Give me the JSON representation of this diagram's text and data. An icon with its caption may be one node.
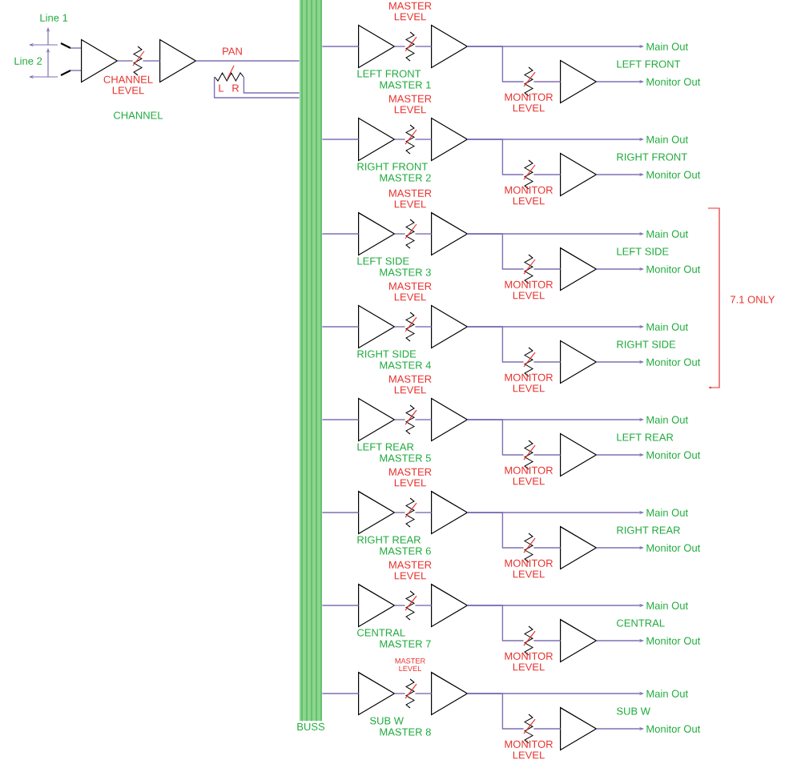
{
  "diagram": {
    "nodes": [
      {
        "text": [],
        "shape": "triangle"
      },
      {
        "text": [],
        "shape": "resistor"
      },
      {
        "text": [],
        "shape": "triangle"
      },
      {
        "text": [],
        "shape": "resistor"
      },
      {
        "text": [
          "BUSS"
        ]
      },
      {
        "text": [],
        "shape": "triangle"
      },
      {
        "text": [],
        "shape": "resistor"
      },
      {
        "text": [],
        "shape": "triangle"
      },
      {
        "text": [
          "Main Out"
        ]
      },
      {
        "text": [],
        "shape": "resistor"
      },
      {
        "text": [],
        "shape": "triangle"
      },
      {
        "text": [
          "Monitor Out"
        ]
      },
      {
        "text": [],
        "shape": "triangle"
      },
      {
        "text": [],
        "shape": "resistor"
      },
      {
        "text": [],
        "shape": "triangle"
      },
      {
        "text": [
          "Main Out"
        ]
      },
      {
        "text": [],
        "shape": "resistor"
      },
      {
        "text": [],
        "shape": "triangle"
      },
      {
        "text": [
          "Monitor Out"
        ]
      },
      {
        "text": [],
        "shape": "triangle"
      },
      {
        "text": [],
        "shape": "resistor"
      },
      {
        "text": [],
        "shape": "triangle"
      },
      {
        "text": [
          "Main Out"
        ]
      },
      {
        "text": [],
        "shape": "resistor"
      },
      {
        "text": [],
        "shape": "triangle"
      },
      {
        "text": [
          "Monitor Out"
        ]
      },
      {
        "text": [],
        "shape": "triangle"
      },
      {
        "text": [],
        "shape": "resistor"
      },
      {
        "text": [],
        "shape": "triangle"
      },
      {
        "text": [
          "Main Out"
        ]
      },
      {
        "text": [],
        "shape": "resistor"
      },
      {
        "text": [],
        "shape": "triangle"
      },
      {
        "text": [
          "Monitor Out"
        ]
      },
      {
        "text": [],
        "shape": "triangle"
      },
      {
        "text": [],
        "shape": "resistor"
      },
      {
        "text": [],
        "shape": "triangle"
      },
      {
        "text": [
          "Main Out"
        ]
      },
      {
        "text": [],
        "shape": "resistor"
      },
      {
        "text": [],
        "shape": "triangle"
      },
      {
        "text": [
          "Monitor Out"
        ]
      },
      {
        "text": [],
        "shape": "triangle"
      },
      {
        "text": [],
        "shape": "resistor"
      },
      {
        "text": [],
        "shape": "triangle"
      },
      {
        "text": [
          "Main Out"
        ]
      },
      {
        "text": [],
        "shape": "resistor"
      },
      {
        "text": [],
        "shape": "triangle"
      },
      {
        "text": [
          "Monitor Out"
        ]
      },
      {
        "text": [],
        "shape": "triangle"
      },
      {
        "text": [],
        "shape": "resistor"
      },
      {
        "text": [],
        "shape": "triangle"
      },
      {
        "text": [
          "Main Out"
        ]
      },
      {
        "text": [],
        "shape": "resistor"
      },
      {
        "text": [],
        "shape": "triangle"
      },
      {
        "text": [
          "Monitor Out"
        ]
      },
      {
        "text": [],
        "shape": "triangle"
      },
      {
        "text": [],
        "shape": "resistor"
      },
      {
        "text": [],
        "shape": "triangle"
      },
      {
        "text": [
          "Main Out"
        ]
      },
      {
        "text": [],
        "shape": "resistor"
      },
      {
        "text": [],
        "shape": "triangle"
      },
      {
        "text": [
          "Monitor Out"
        ]
      }
    ],
    "edges": [
      {
        "from": 0,
        "to": 1,
        "arrow": "none"
      },
      {
        "from": 1,
        "to": 2,
        "arrow": "none"
      },
      {
        "from": 2,
        "to": 4,
        "arrow": "none"
      },
      {
        "from": 3,
        "to": 4,
        "arrow": "none"
      },
      {
        "from": 3,
        "to": 4,
        "arrow": "none"
      },
      {
        "from": 4,
        "to": 5,
        "arrow": "none"
      },
      {
        "from": 5,
        "to": 6,
        "arrow": "none"
      },
      {
        "from": 6,
        "to": 7,
        "arrow": "none"
      },
      {
        "from": 7,
        "to": 8,
        "arrow": "to"
      },
      {
        "from": 7,
        "to": 9,
        "arrow": "none"
      },
      {
        "from": 9,
        "to": 10,
        "arrow": "none"
      },
      {
        "from": 10,
        "to": 11,
        "arrow": "to"
      },
      {
        "from": 4,
        "to": 12,
        "arrow": "none"
      },
      {
        "from": 12,
        "to": 13,
        "arrow": "none"
      },
      {
        "from": 13,
        "to": 14,
        "arrow": "none"
      },
      {
        "from": 14,
        "to": 15,
        "arrow": "to"
      },
      {
        "from": 14,
        "to": 16,
        "arrow": "none"
      },
      {
        "from": 16,
        "to": 17,
        "arrow": "none"
      },
      {
        "from": 17,
        "to": 18,
        "arrow": "to"
      },
      {
        "from": 4,
        "to": 19,
        "arrow": "none"
      },
      {
        "from": 19,
        "to": 20,
        "arrow": "none"
      },
      {
        "from": 20,
        "to": 21,
        "arrow": "none"
      },
      {
        "from": 21,
        "to": 22,
        "arrow": "to"
      },
      {
        "from": 21,
        "to": 23,
        "arrow": "none"
      },
      {
        "from": 23,
        "to": 24,
        "arrow": "none"
      },
      {
        "from": 24,
        "to": 25,
        "arrow": "to"
      },
      {
        "from": 4,
        "to": 26,
        "arrow": "none"
      },
      {
        "from": 26,
        "to": 27,
        "arrow": "none"
      },
      {
        "from": 27,
        "to": 28,
        "arrow": "none"
      },
      {
        "from": 28,
        "to": 29,
        "arrow": "to"
      },
      {
        "from": 28,
        "to": 30,
        "arrow": "none"
      },
      {
        "from": 30,
        "to": 31,
        "arrow": "none"
      },
      {
        "from": 31,
        "to": 32,
        "arrow": "to"
      },
      {
        "from": 4,
        "to": 33,
        "arrow": "none"
      },
      {
        "from": 33,
        "to": 34,
        "arrow": "none"
      },
      {
        "from": 34,
        "to": 35,
        "arrow": "none"
      },
      {
        "from": 35,
        "to": 36,
        "arrow": "to"
      },
      {
        "from": 35,
        "to": 37,
        "arrow": "none"
      },
      {
        "from": 37,
        "to": 38,
        "arrow": "none"
      },
      {
        "from": 38,
        "to": 39,
        "arrow": "to"
      },
      {
        "from": 4,
        "to": 40,
        "arrow": "none"
      },
      {
        "from": 40,
        "to": 41,
        "arrow": "none"
      },
      {
        "from": 41,
        "to": 42,
        "arrow": "none"
      },
      {
        "from": 42,
        "to": 43,
        "arrow": "to"
      },
      {
        "from": 42,
        "to": 44,
        "arrow": "none"
      },
      {
        "from": 44,
        "to": 45,
        "arrow": "none"
      },
      {
        "from": 45,
        "to": 46,
        "arrow": "to"
      },
      {
        "from": 4,
        "to": 47,
        "arrow": "none"
      },
      {
        "from": 47,
        "to": 48,
        "arrow": "none"
      },
      {
        "from": 48,
        "to": 49,
        "arrow": "none"
      },
      {
        "from": 49,
        "to": 50,
        "arrow": "to"
      },
      {
        "from": 49,
        "to": 51,
        "arrow": "none"
      },
      {
        "from": 51,
        "to": 52,
        "arrow": "none"
      },
      {
        "from": 52,
        "to": 53,
        "arrow": "to"
      },
      {
        "from": 4,
        "to": 54,
        "arrow": "none"
      },
      {
        "from": 54,
        "to": 55,
        "arrow": "none"
      },
      {
        "from": 55,
        "to": 56,
        "arrow": "none"
      },
      {
        "from": 56,
        "to": 57,
        "arrow": "to"
      },
      {
        "from": 56,
        "to": 58,
        "arrow": "none"
      },
      {
        "from": 58,
        "to": 59,
        "arrow": "none"
      },
      {
        "from": 59,
        "to": 60,
        "arrow": "to"
      }
    ],
    "labels": [
      "Line 1",
      "Line 2",
      "PAN",
      "CHANNEL LEVEL",
      "L",
      "R",
      "CHANNEL",
      "MASTER LEVEL",
      "LEFT FRONT",
      "LEFT FRONT",
      "MASTER 1",
      "MONITOR LEVEL",
      "MASTER LEVEL",
      "RIGHT FRONT",
      "RIGHT FRONT",
      "MASTER 2",
      "MONITOR LEVEL",
      "MASTER LEVEL",
      "LEFT SIDE",
      "LEFT SIDE",
      "MASTER 3",
      "MONITOR LEVEL",
      "MASTER LEVEL",
      "RIGHT SIDE",
      "RIGHT SIDE",
      "MASTER 4",
      "MONITOR LEVEL",
      "MASTER LEVEL",
      "LEFT REAR",
      "LEFT REAR",
      "MASTER 5",
      "MONITOR LEVEL",
      "MASTER LEVEL",
      "RIGHT REAR",
      "RIGHT REAR",
      "MASTER 6",
      "MONITOR LEVEL",
      "MASTER LEVEL",
      "CENTRAL",
      "CENTRAL",
      "MASTER 7",
      "MONITOR LEVEL",
      "MASTER LEVEL",
      "SUB W",
      "SUB W",
      "MASTER 8",
      "MONITOR LEVEL",
      "7.1 ONLY"
    ]
  }
}
